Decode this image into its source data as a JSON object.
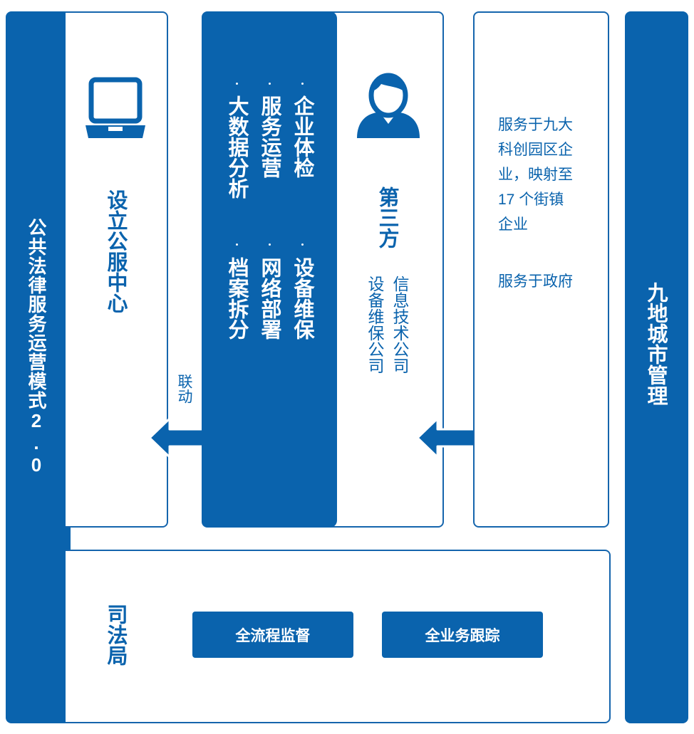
{
  "left_bar": {
    "label": "公共法律服务运营模式2.0"
  },
  "right_bar": {
    "label": "九地城市管理"
  },
  "center1": {
    "label": "设立公服中心",
    "icon": "laptop-icon"
  },
  "link_label": "联动",
  "services": {
    "col1": [
      "企业体检",
      "设备维保"
    ],
    "col2": [
      "服务运营",
      "网络部署"
    ],
    "col3": [
      "大数据分析",
      "档案拆分"
    ]
  },
  "third_party": {
    "title": "第三方",
    "icon": "person-icon",
    "companies": [
      "信息技术公司",
      "设备维保公司"
    ]
  },
  "info": {
    "lines": [
      "服务于九大",
      "科创园区企",
      "业，映射至",
      "17 个街镇",
      "企业"
    ],
    "line2": "服务于政府"
  },
  "bottom": {
    "label": "司法局",
    "btn1": "全流程监督",
    "btn2": "全业务跟踪"
  },
  "colors": {
    "brand": "#0a63ad",
    "border": "#1565ad"
  }
}
